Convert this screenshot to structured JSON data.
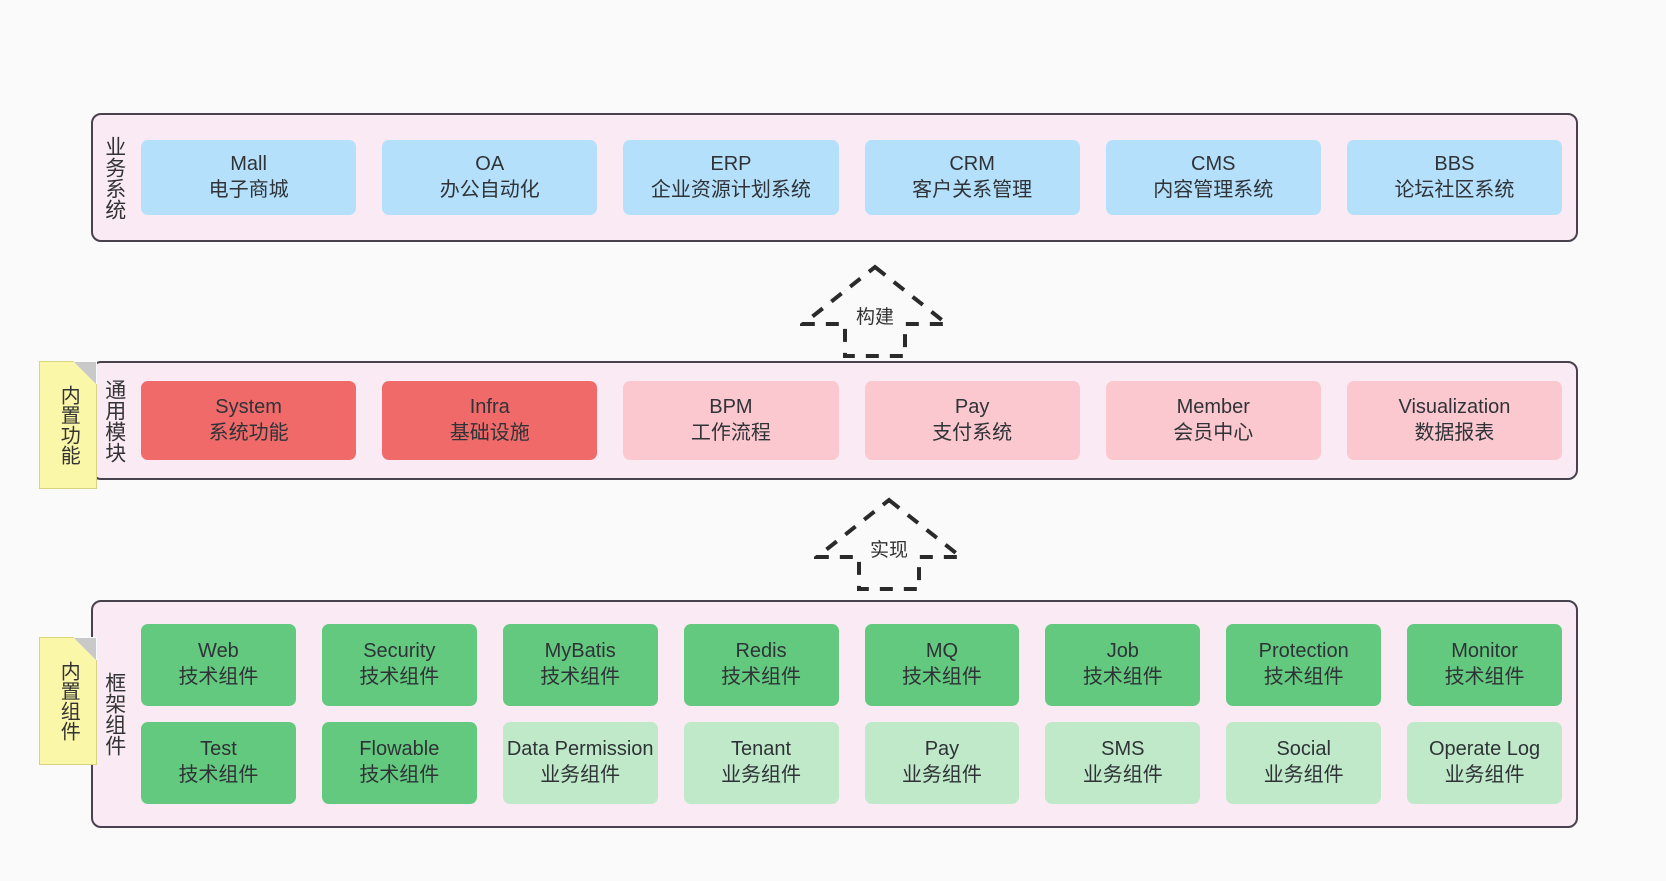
{
  "diagram": {
    "background_color": "#fafafa",
    "layer_fill": "#f9eaf4",
    "layer_border": "#49414d",
    "note_fill": "#fbf7a8",
    "colors": {
      "blue": "#b5e0fb",
      "red": "#f16a6a",
      "pink": "#fcc8cf",
      "green": "#63c97e",
      "light_green": "#bfe9c8"
    }
  },
  "layers": {
    "business": {
      "label": "业务系统",
      "cards": [
        {
          "title": "Mall",
          "subtitle": "电子商城"
        },
        {
          "title": "OA",
          "subtitle": "办公自动化"
        },
        {
          "title": "ERP",
          "subtitle": "企业资源计划系统"
        },
        {
          "title": "CRM",
          "subtitle": "客户关系管理"
        },
        {
          "title": "CMS",
          "subtitle": "内容管理系统"
        },
        {
          "title": "BBS",
          "subtitle": "论坛社区系统"
        }
      ]
    },
    "common": {
      "label": "通用模块",
      "note": "内置功能",
      "cards": [
        {
          "title": "System",
          "subtitle": "系统功能"
        },
        {
          "title": "Infra",
          "subtitle": "基础设施"
        },
        {
          "title": "BPM",
          "subtitle": "工作流程"
        },
        {
          "title": "Pay",
          "subtitle": "支付系统"
        },
        {
          "title": "Member",
          "subtitle": "会员中心"
        },
        {
          "title": "Visualization",
          "subtitle": "数据报表"
        }
      ]
    },
    "framework": {
      "label": "框架组件",
      "note": "内置组件",
      "row1": [
        {
          "title": "Web",
          "subtitle": "技术组件"
        },
        {
          "title": "Security",
          "subtitle": "技术组件"
        },
        {
          "title": "MyBatis",
          "subtitle": "技术组件"
        },
        {
          "title": "Redis",
          "subtitle": "技术组件"
        },
        {
          "title": "MQ",
          "subtitle": "技术组件"
        },
        {
          "title": "Job",
          "subtitle": "技术组件"
        },
        {
          "title": "Protection",
          "subtitle": "技术组件"
        },
        {
          "title": "Monitor",
          "subtitle": "技术组件"
        }
      ],
      "row2": [
        {
          "title": "Test",
          "subtitle": "技术组件"
        },
        {
          "title": "Flowable",
          "subtitle": "技术组件"
        },
        {
          "title": "Data Permission",
          "subtitle": "业务组件"
        },
        {
          "title": "Tenant",
          "subtitle": "业务组件"
        },
        {
          "title": "Pay",
          "subtitle": "业务组件"
        },
        {
          "title": "SMS",
          "subtitle": "业务组件"
        },
        {
          "title": "Social",
          "subtitle": "业务组件"
        },
        {
          "title": "Operate Log",
          "subtitle": "业务组件"
        }
      ]
    }
  },
  "arrows": {
    "build": "构建",
    "implement": "实现"
  }
}
